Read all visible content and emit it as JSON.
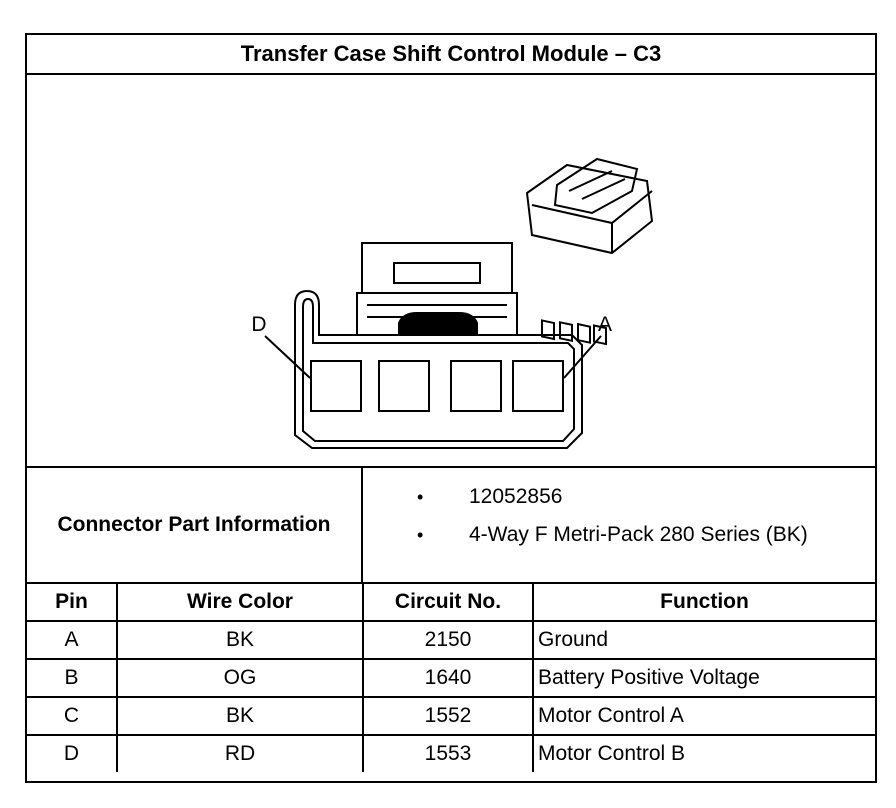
{
  "title": "Transfer Case Shift Control Module – C3",
  "pin_labels": {
    "left": "D",
    "right": "A"
  },
  "connector_info": {
    "label": "Connector Part Information",
    "items": [
      {
        "bullet": "•",
        "text": "12052856"
      },
      {
        "bullet": "•",
        "text": "4-Way F Metri-Pack 280 Series (BK)"
      }
    ]
  },
  "table": {
    "headers": [
      "Pin",
      "Wire Color",
      "Circuit No.",
      "Function"
    ],
    "rows": [
      [
        "A",
        "BK",
        "2150",
        "Ground"
      ],
      [
        "B",
        "OG",
        "1640",
        "Battery Positive Voltage"
      ],
      [
        "C",
        "BK",
        "1552",
        "Motor Control A"
      ],
      [
        "D",
        "RD",
        "1553",
        "Motor Control B"
      ]
    ]
  }
}
